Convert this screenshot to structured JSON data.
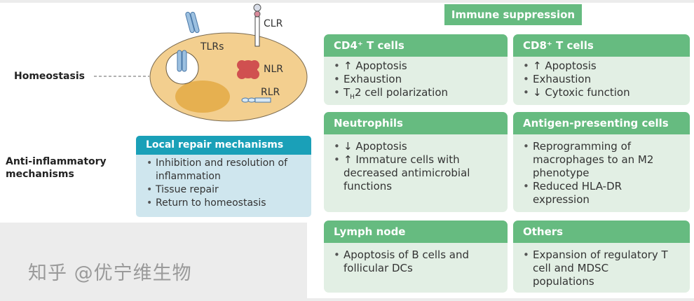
{
  "left": {
    "homeostasis_label": "Homeostasis",
    "anti_label_line1": "Anti-inflammatory",
    "anti_label_line2": "mechanisms",
    "cell_labels": {
      "tlrs": "TLRs",
      "clr": "CLR",
      "nlr": "NLR",
      "rlr": "RLR"
    },
    "repair": {
      "title": "Local repair mechanisms",
      "items": [
        "Inhibition and resolution of inflammation",
        "Tissue repair",
        "Return to homeostasis"
      ]
    }
  },
  "right": {
    "title": "Immune suppression",
    "cards": [
      {
        "title": "CD4⁺ T cells",
        "items": [
          "↑ Apoptosis",
          "Exhaustion",
          "T",
          "2 cell polarization"
        ],
        "sub": "H"
      },
      {
        "title": "CD8⁺ T cells",
        "items": [
          "↑ Apoptosis",
          "Exhaustion",
          "↓ Cytoxic function"
        ]
      },
      {
        "title": "Neutrophils",
        "items": [
          "↓ Apoptosis",
          "↑ Immature cells with decreased antimicrobial functions"
        ]
      },
      {
        "title": "Antigen-presenting cells",
        "items": [
          "Reprogramming of macrophages to an M2 phenotype",
          "Reduced HLA-DR expression"
        ]
      },
      {
        "title": "Lymph node",
        "items": [
          "Apoptosis of B cells and follicular DCs"
        ]
      },
      {
        "title": "Others",
        "items": [
          "Expansion of regulatory T cell and MDSC populations"
        ]
      }
    ]
  },
  "watermark": "知乎 @优宁维生物",
  "colors": {
    "green_header": "#66bb80",
    "green_body": "#e2efe4",
    "teal_header": "#1aa0b8",
    "teal_body": "#cfe6ee",
    "cell": "#f3cf8f"
  }
}
